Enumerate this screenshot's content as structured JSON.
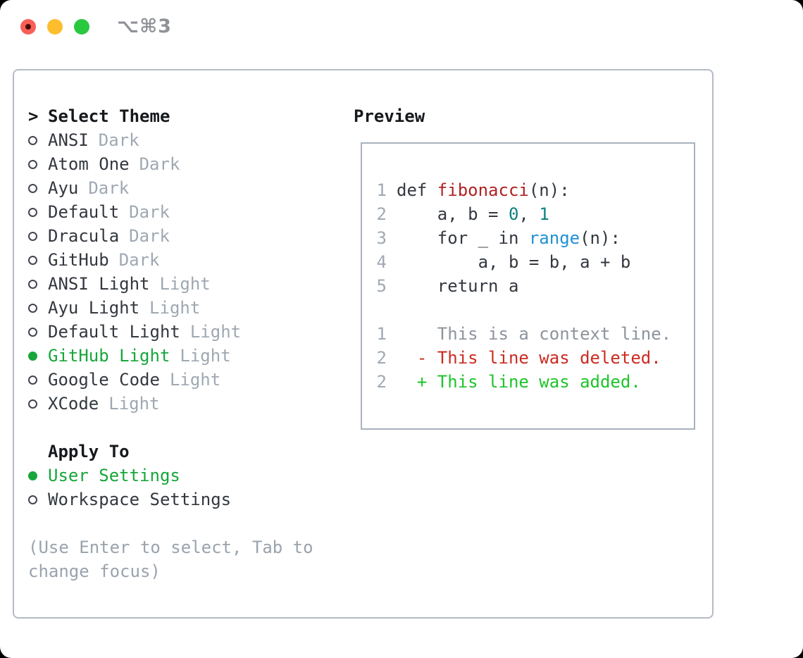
{
  "window": {
    "title": "⌥⌘3",
    "traffic_lights": [
      "close",
      "minimize",
      "zoom"
    ]
  },
  "left_pane": {
    "header": {
      "prefix": ">",
      "label": "Select Theme"
    },
    "themes": [
      {
        "name": "ANSI",
        "variant": "Dark",
        "selected": false
      },
      {
        "name": "Atom One",
        "variant": "Dark",
        "selected": false
      },
      {
        "name": "Ayu",
        "variant": "Dark",
        "selected": false
      },
      {
        "name": "Default",
        "variant": "Dark",
        "selected": false
      },
      {
        "name": "Dracula",
        "variant": "Dark",
        "selected": false
      },
      {
        "name": "GitHub",
        "variant": "Dark",
        "selected": false
      },
      {
        "name": "ANSI Light",
        "variant": "Light",
        "selected": false
      },
      {
        "name": "Ayu Light",
        "variant": "Light",
        "selected": false
      },
      {
        "name": "Default Light",
        "variant": "Light",
        "selected": false
      },
      {
        "name": "GitHub Light",
        "variant": "Light",
        "selected": true
      },
      {
        "name": "Google Code",
        "variant": "Light",
        "selected": false
      },
      {
        "name": "XCode",
        "variant": "Light",
        "selected": false
      }
    ],
    "apply_to": {
      "header": "Apply To",
      "options": [
        {
          "label": "User Settings",
          "selected": true
        },
        {
          "label": "Workspace Settings",
          "selected": false
        }
      ]
    },
    "help": {
      "line1": "(Use Enter to select, Tab to",
      "line2": "change focus)"
    }
  },
  "preview": {
    "header": "Preview",
    "code_lines": [
      {
        "num": "1",
        "segs": [
          "def ",
          "fibonacci",
          "(n):"
        ]
      },
      {
        "num": "2",
        "segs": [
          "    a, b = ",
          "0",
          ", ",
          "1"
        ]
      },
      {
        "num": "3",
        "segs": [
          "    for _ in ",
          "range",
          "(n):"
        ]
      },
      {
        "num": "4",
        "segs": [
          "        a, b = b, a + b"
        ]
      },
      {
        "num": "5",
        "segs": [
          "    return a"
        ]
      }
    ],
    "diff_lines": [
      {
        "num": "1",
        "text": "    This is a context line.",
        "kind": "context"
      },
      {
        "num": "2",
        "text": "  - This line was deleted.",
        "kind": "deleted"
      },
      {
        "num": "2",
        "text": "  + This line was added.",
        "kind": "added"
      }
    ]
  },
  "colors": {
    "selected_green": "#17a63b",
    "added_green": "#1dc42a",
    "deleted_red": "#cb2b20",
    "function_red": "#b02222",
    "number_teal": "#0e8181",
    "builtin_blue": "#2090d3",
    "muted_gray": "#9fa8b2",
    "context_gray": "#8d949c",
    "text_dark": "#33383f",
    "panel_border": "#b4bbc4",
    "preview_border": "#a9b1bc",
    "traffic_red": "#f95f57",
    "traffic_yellow": "#fdbd2e",
    "traffic_green": "#29c83f"
  }
}
